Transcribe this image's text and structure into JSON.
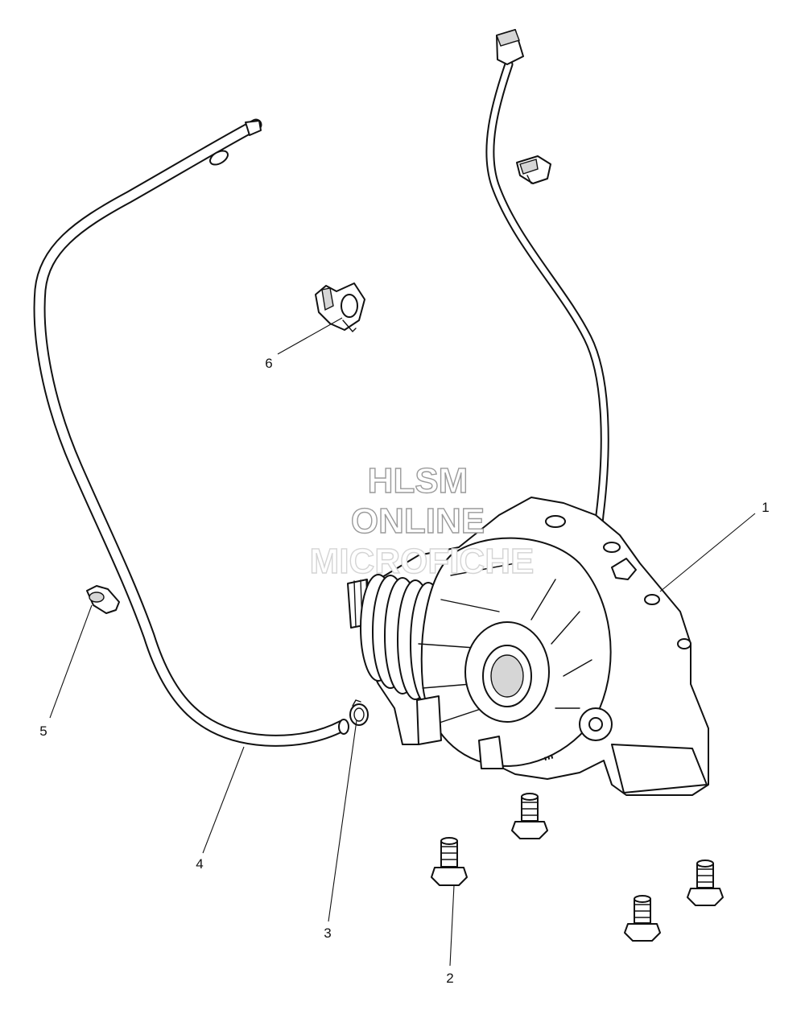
{
  "watermark": {
    "line1": "HLSM",
    "line2": "ONLINE",
    "line3": "MICROFICHE"
  },
  "callouts": [
    {
      "id": "1",
      "label": "1"
    },
    {
      "id": "2",
      "label": "2"
    },
    {
      "id": "3",
      "label": "3"
    },
    {
      "id": "4",
      "label": "4"
    },
    {
      "id": "5",
      "label": "5"
    },
    {
      "id": "6",
      "label": "6"
    }
  ],
  "colors": {
    "line": "#111111",
    "watermark_outline": "#9a9a9a",
    "background": "#ffffff"
  }
}
